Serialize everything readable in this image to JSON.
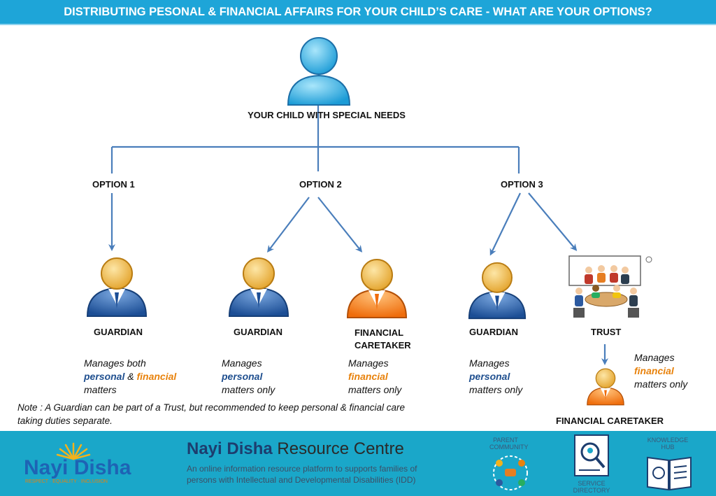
{
  "header": {
    "title": "DISTRIBUTING PESONAL & FINANCIAL AFFAIRS FOR YOUR CHILD’S CARE  - WHAT ARE YOUR OPTIONS?"
  },
  "root": {
    "label": "YOUR CHILD WITH SPECIAL NEEDS"
  },
  "options": {
    "opt1": "OPTION 1",
    "opt2": "OPTION 2",
    "opt3": "OPTION 3"
  },
  "nodes": {
    "guardian1": "GUARDIAN",
    "guardian2": "GUARDIAN",
    "fin_caretaker_line1": "FINANCIAL",
    "fin_caretaker_line2": "CARETAKER",
    "guardian3": "GUARDIAN",
    "trust": "TRUST",
    "fin_caretaker_trust": "FINANCIAL CARETAKER"
  },
  "descriptions": {
    "guardian1": {
      "l1": "Manages both",
      "personal": "personal",
      "amp": " & ",
      "financial": "financial",
      "l3": "matters"
    },
    "guardian2": {
      "l1": "Manages",
      "personal": "personal",
      "l3": "matters only"
    },
    "fin_caretaker": {
      "l1": "Manages",
      "financial": "financial",
      "l3": "matters only"
    },
    "guardian3": {
      "l1": "Manages",
      "personal": "personal",
      "l3": "matters only"
    },
    "trust_caretaker": {
      "l1": "Manages",
      "financial": "financial",
      "l3": "matters only"
    }
  },
  "note": {
    "line1": "Note : A Guardian can be part of a Trust, but recommended to keep personal & financial care",
    "line2": "taking duties separate."
  },
  "footer": {
    "logo": "Nayi Disha",
    "logo_tagline": "RESPECT · EQUALITY · INCLUSION",
    "brand": "Nayi Disha",
    "brand_rest": " Resource Centre",
    "desc_line1": "An online information resource platform to supports families of",
    "desc_line2": "persons with Intellectual and Developmental Disabilities (IDD)",
    "tags": {
      "parent1": "PARENT",
      "parent2": "COMMUNITY",
      "service1": "SERVICE",
      "service2": "DIRECTORY",
      "knowledge1": "KNOWLEDGE",
      "knowledge2": "HUB"
    }
  },
  "colors": {
    "header": "#1ea5d8",
    "connector": "#4a7ebb",
    "personal": "#1f4f8f",
    "financial": "#e8820c",
    "footer": "#1aa7c9"
  },
  "icons": [
    "child-person-icon",
    "guardian-person-icon",
    "caretaker-person-icon",
    "trust-meeting-icon"
  ]
}
